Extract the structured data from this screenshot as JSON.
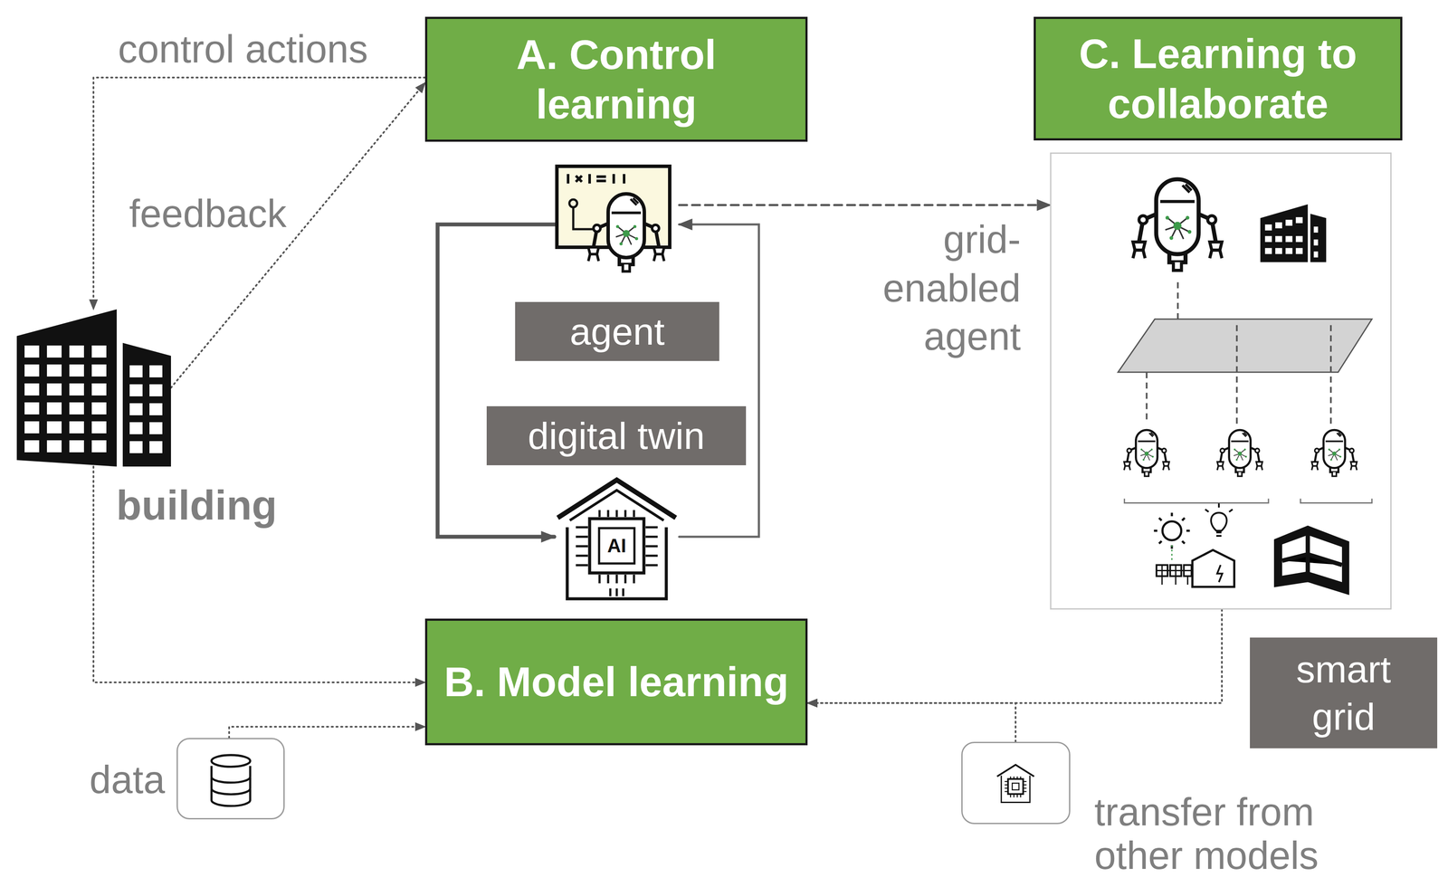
{
  "diagram": {
    "nodes": [
      {
        "text": [
          "building"
        ]
      },
      {
        "text": [
          "A. Control learning"
        ]
      },
      {
        "text": [
          "agent"
        ]
      },
      {
        "text": [
          "digital twin"
        ]
      },
      {
        "text": [
          "B. Model learning"
        ]
      },
      {
        "text": [
          "C. Learning to collaborate"
        ]
      },
      {
        "text": [
          "smart grid"
        ]
      },
      {
        "text": [
          "data"
        ]
      },
      {
        "text": [
          "transfer from other models"
        ]
      }
    ],
    "edges": [
      {
        "from": 1,
        "to": 0,
        "label": "control actions",
        "arrow": "to"
      },
      {
        "from": 0,
        "to": 1,
        "label": "feedback",
        "arrow": "to"
      },
      {
        "from": 0,
        "to": 4,
        "arrow": "to"
      },
      {
        "from": 7,
        "to": 4,
        "arrow": "to"
      },
      {
        "from": 2,
        "to": 3,
        "arrow": "to"
      },
      {
        "from": 3,
        "to": 2,
        "arrow": "to"
      },
      {
        "from": 2,
        "to": 6,
        "label": "grid-enabled agent",
        "arrow": "to"
      },
      {
        "from": 6,
        "to": 4,
        "arrow": "to"
      },
      {
        "from": 8,
        "to": 4,
        "arrow": "to"
      }
    ],
    "labels": [
      "AI"
    ]
  }
}
